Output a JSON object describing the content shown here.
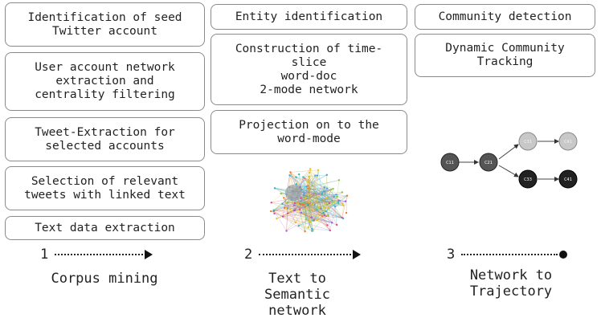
{
  "column1": {
    "boxes": [
      "Identification of seed\nTwitter account",
      "User account network\nextraction and\ncentrality filtering",
      "Tweet-Extraction for\nselected accounts",
      "Selection of relevant\ntweets with linked text",
      "Text data extraction"
    ],
    "step_number": "1",
    "phase_label": "Corpus mining"
  },
  "column2": {
    "boxes": [
      "Entity identification",
      "Construction of time-\nslice\nword-doc\n2-mode network",
      "Projection on to the\nword-mode"
    ],
    "step_number": "2",
    "phase_label": "Text to\nSemantic\nnetwork"
  },
  "column3": {
    "boxes": [
      "Community detection",
      "Dynamic Community\nTracking"
    ],
    "step_number": "3",
    "phase_label": "Network to\nTrajectory"
  },
  "trajectory_graph": {
    "nodes": [
      {
        "id": "n1",
        "label": "C11",
        "shade": "dark"
      },
      {
        "id": "n2",
        "label": "C21",
        "shade": "dark"
      },
      {
        "id": "n3",
        "label": "C31",
        "shade": "light"
      },
      {
        "id": "n4",
        "label": "C41",
        "shade": "light"
      },
      {
        "id": "n5",
        "label": "C33",
        "shade": "black"
      },
      {
        "id": "n6",
        "label": "C41",
        "shade": "black"
      }
    ]
  },
  "colors": {
    "box_border": "#8a8a8a",
    "node_dark": "#555555",
    "node_light": "#c8c8c8",
    "node_black": "#222222",
    "network_palette": [
      "#2bb3c0",
      "#49a6d8",
      "#8bc34a",
      "#e8c21b",
      "#e0448c",
      "#a65bd1",
      "#f07a2a"
    ]
  }
}
